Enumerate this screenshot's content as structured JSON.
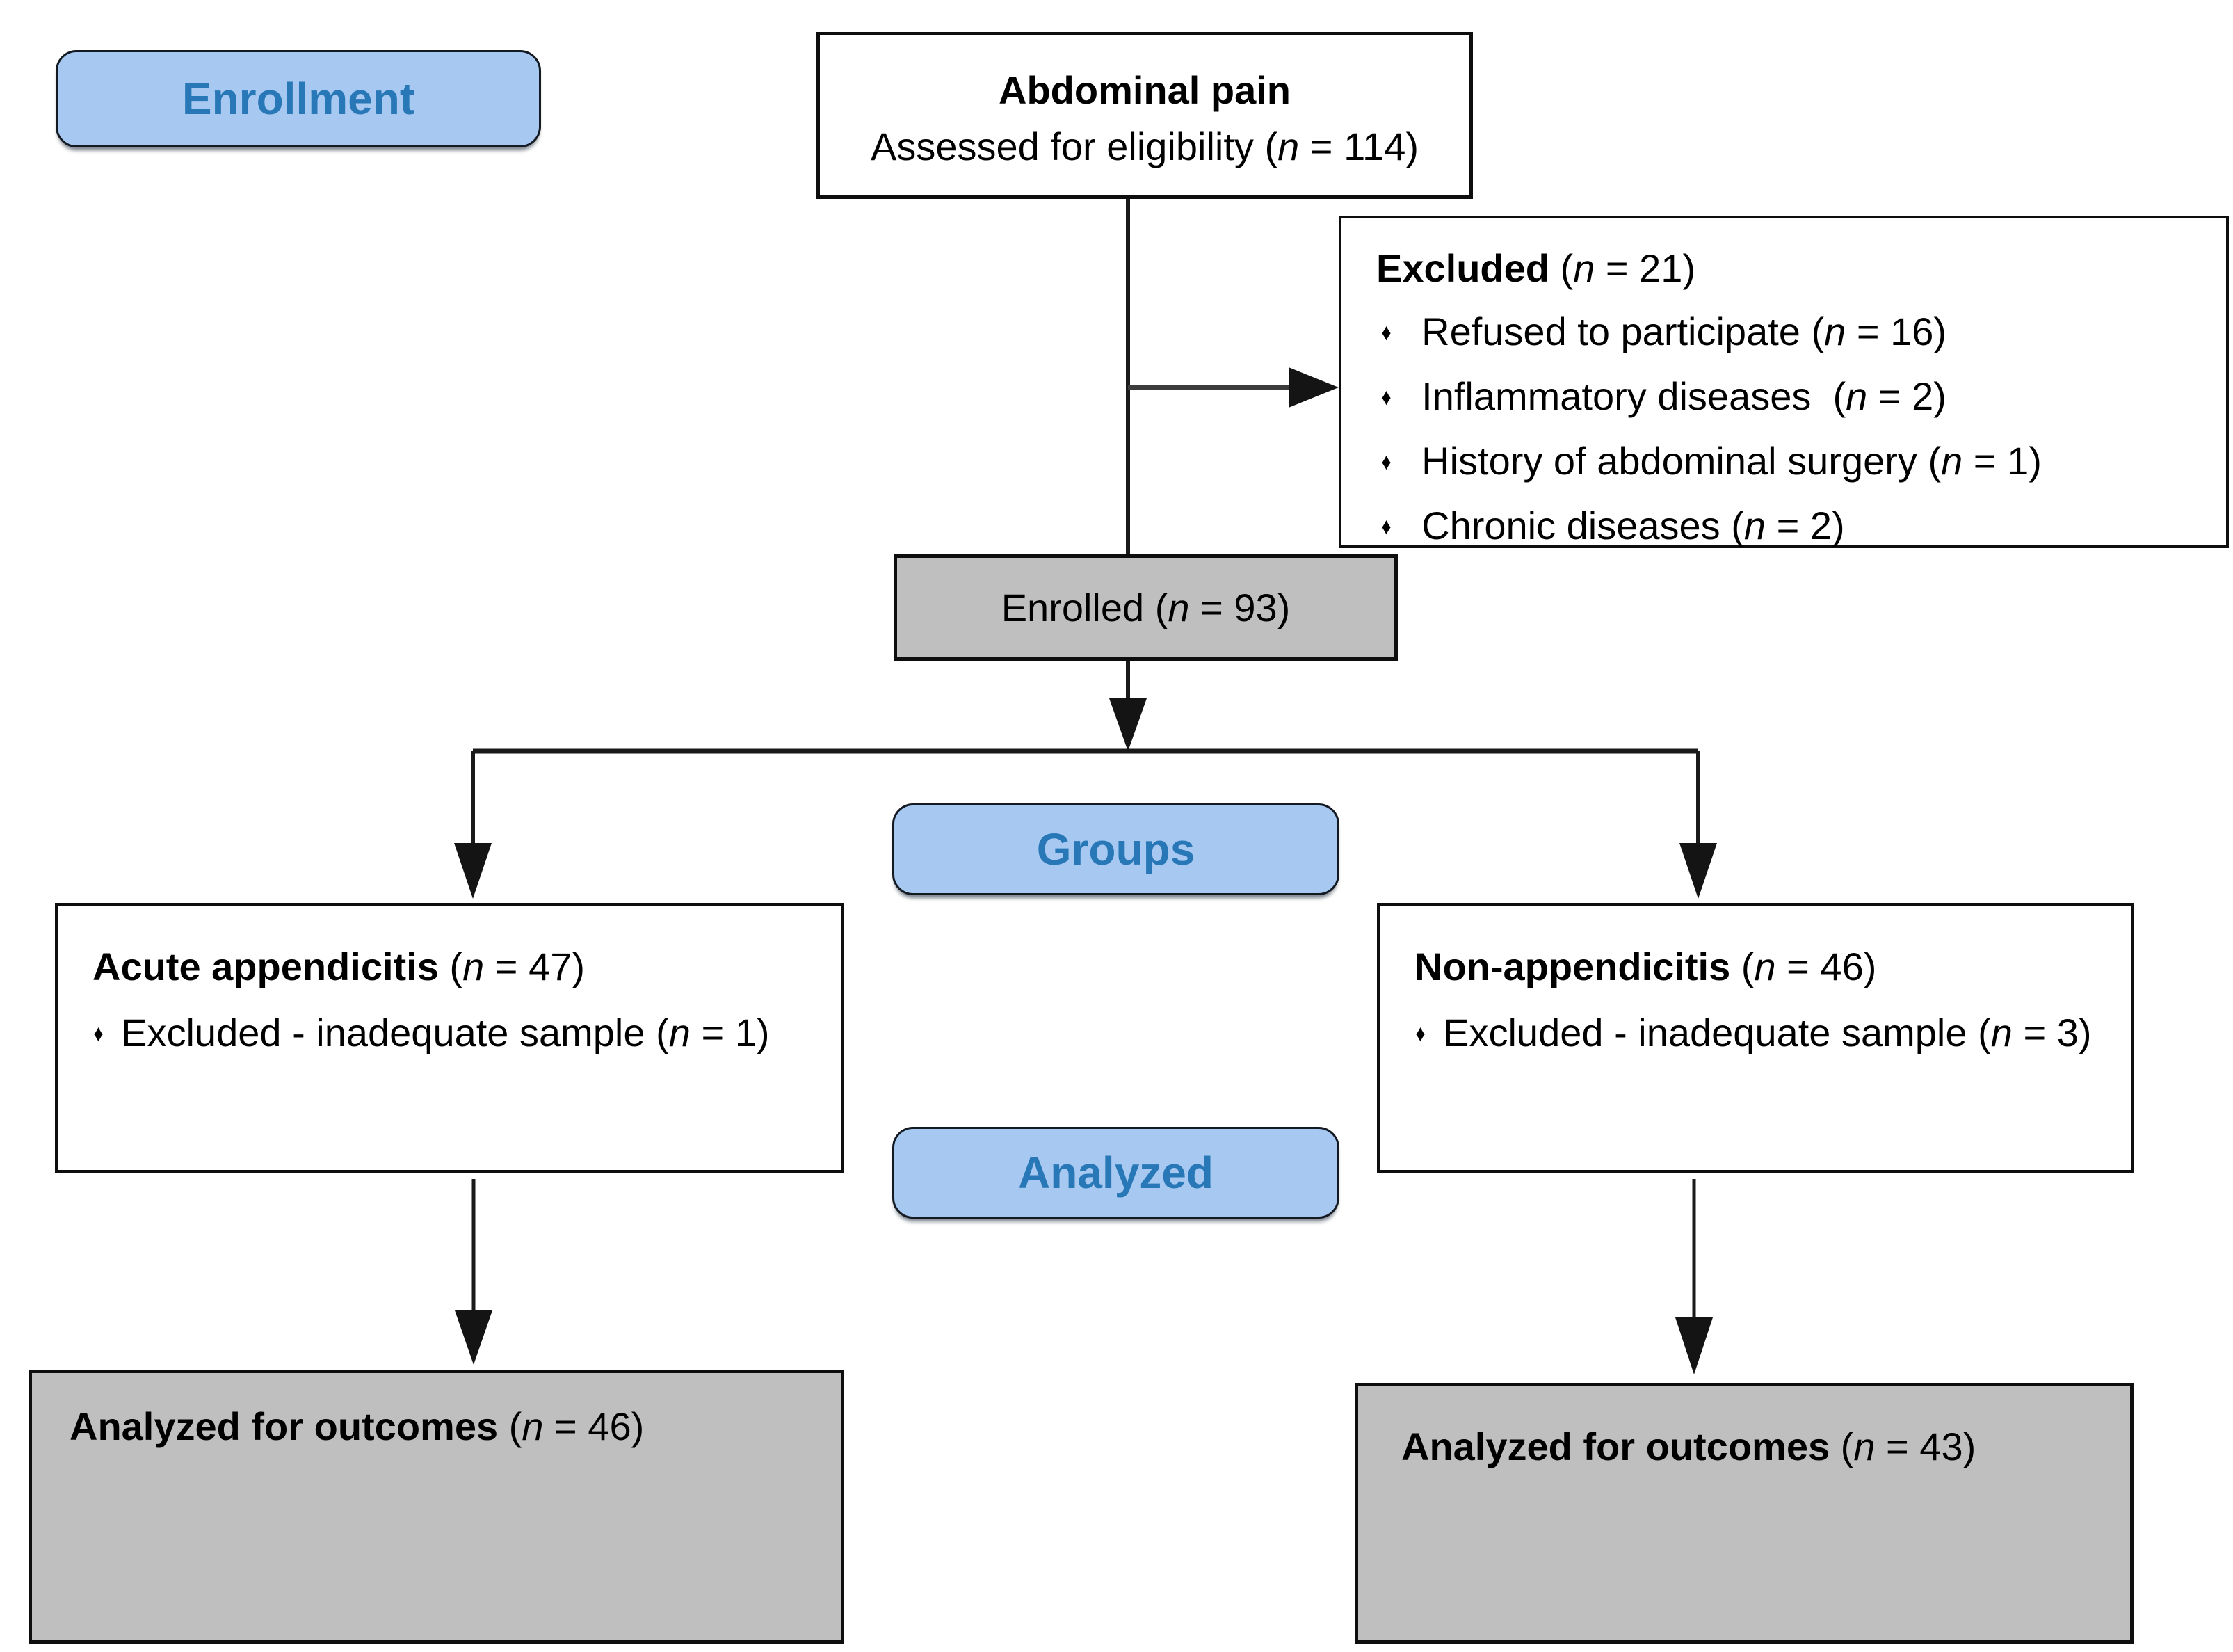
{
  "var_symbol": "n",
  "bullet_glyph": "♦",
  "colors": {
    "stage_fill": "#A7C9F1",
    "stage_text": "#2878B7",
    "gray_fill": "#BFBFBF"
  },
  "stages": {
    "enrollment": "Enrollment",
    "groups": "Groups",
    "analyzed": "Analyzed"
  },
  "eligibility": {
    "title": "Abdominal pain",
    "sub_pre": "Assessed for eligibility (",
    "sub_post": " = 114)"
  },
  "excluded": {
    "title": "Excluded",
    "title_pre": " (",
    "title_post": " = 21)",
    "items": [
      {
        "pre": "Refused to participate (",
        "post": " = 16)"
      },
      {
        "pre": "Inflammatory diseases  (",
        "post": " = 2)"
      },
      {
        "pre": "History of abdominal surgery (",
        "post": " = 1)"
      },
      {
        "pre": "Chronic diseases (",
        "post": " = 2)"
      }
    ]
  },
  "enrolled": {
    "pre": "Enrolled (",
    "post": " = 93)"
  },
  "acute_group": {
    "title": "Acute appendicitis",
    "title_pre": " (",
    "title_post": " = 47)",
    "bullet_pre": "Excluded - inadequate sample (",
    "bullet_post": " = 1)"
  },
  "non_group": {
    "title": "Non-appendicitis",
    "title_pre": " (",
    "title_post": " = 46)",
    "bullet_pre": "Excluded - inadequate sample (",
    "bullet_post": " = 3)"
  },
  "acute_outcome": {
    "title": "Analyzed for outcomes",
    "pre": " (",
    "post": " = 46)"
  },
  "non_outcome": {
    "title": "Analyzed for outcomes",
    "pre": " (",
    "post": " = 43)"
  }
}
